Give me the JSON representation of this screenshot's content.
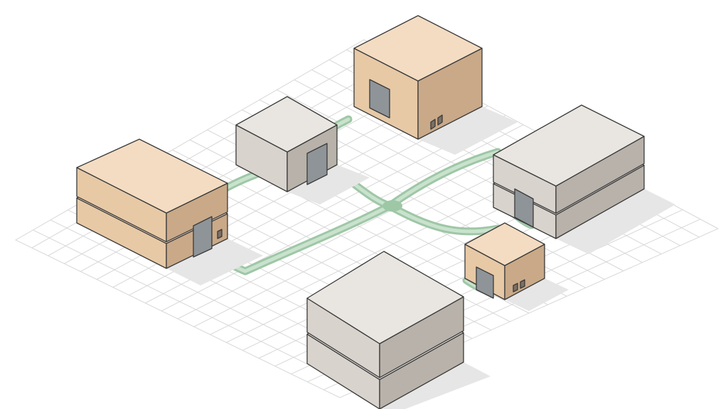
{
  "diagram": {
    "kind": "isometric-site-plan",
    "labels": [],
    "colors": {
      "background": "#ffffff",
      "grid": "#d7d7d7",
      "pathway": "#9ec7a6",
      "pathway_light": "#c9e2cd",
      "outline": "#3a3a3a",
      "tan_top": "#f3dcc2",
      "tan_left": "#e7c9a6",
      "tan_right": "#c9a988",
      "gray_top": "#e9e6e1",
      "gray_left": "#d8d3cc",
      "gray_right": "#b8b2aa",
      "door": "#8e9497",
      "shadow": "#e6e6e6"
    },
    "buildings": [
      {
        "name": "building-tan-large-back",
        "color": "tan",
        "style": "box",
        "door": true,
        "vents": true
      },
      {
        "name": "building-gray-small-center-left",
        "color": "gray",
        "style": "box",
        "door": true,
        "vents": false
      },
      {
        "name": "building-tan-long-left",
        "color": "tan",
        "style": "stacked",
        "door": true,
        "vents": true
      },
      {
        "name": "building-gray-long-right",
        "color": "gray",
        "style": "stacked",
        "door": true,
        "vents": false
      },
      {
        "name": "building-tan-small-right",
        "color": "tan",
        "style": "box",
        "door": true,
        "vents": true
      },
      {
        "name": "building-gray-front",
        "color": "gray",
        "style": "stacked",
        "door": false,
        "vents": false
      }
    ],
    "pathways": 8
  }
}
